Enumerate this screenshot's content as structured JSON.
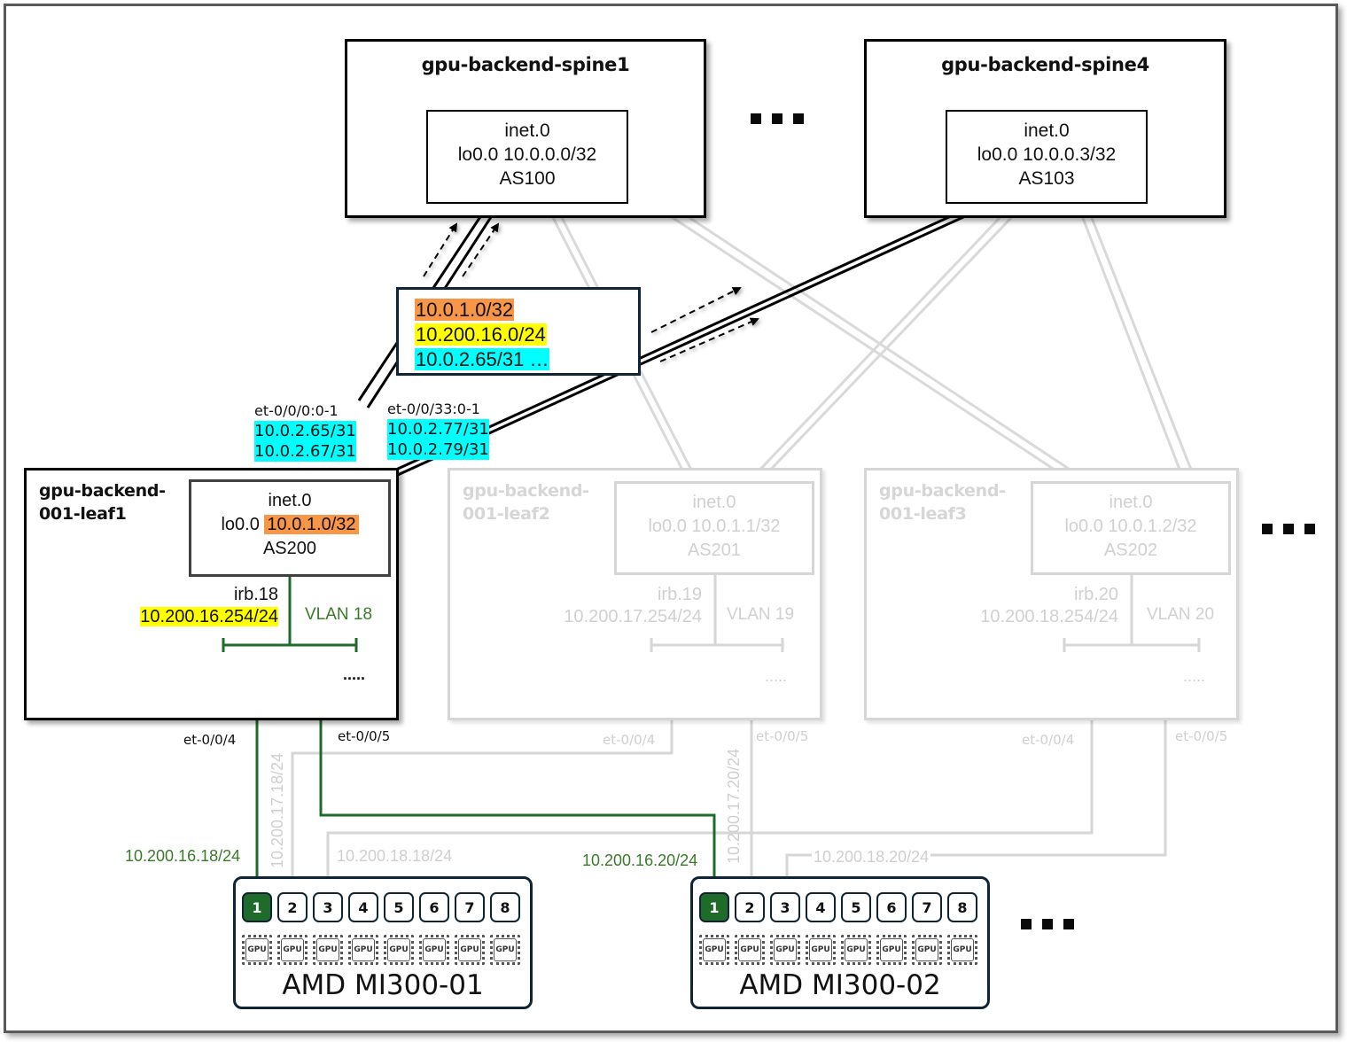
{
  "spines": [
    {
      "name": "gpu-backend-spine1",
      "table": "inet.0",
      "loopback": "lo0.0 10.0.0.0/32",
      "as": "AS100"
    },
    {
      "name": "gpu-backend-spine4",
      "table": "inet.0",
      "loopback": "lo0.0 10.0.0.3/32",
      "as": "AS103"
    }
  ],
  "leaves": [
    {
      "name_line1": "gpu-backend-",
      "name_line2": "001-leaf1",
      "table": "inet.0",
      "lo_prefix": "lo0.0",
      "lo_ip": "10.0.1.0/32",
      "as": "AS200",
      "irb": "irb.18",
      "irb_ip": "10.200.16.254/24",
      "vlan": "VLAN  18",
      "more": ".....",
      "active": true
    },
    {
      "name_line1": "gpu-backend-",
      "name_line2": "001-leaf2",
      "table": "inet.0",
      "lo_prefix": "lo0.0",
      "lo_ip": "10.0.1.1/32",
      "as": "AS201",
      "irb": "irb.19",
      "irb_ip": "10.200.17.254/24",
      "vlan": "VLAN  19",
      "more": ".....",
      "active": false
    },
    {
      "name_line1": "gpu-backend-",
      "name_line2": "001-leaf3",
      "table": "inet.0",
      "lo_prefix": "lo0.0",
      "lo_ip": "10.0.1.2/32",
      "as": "AS202",
      "irb": "irb.20",
      "irb_ip": "10.200.18.254/24",
      "vlan": "VLAN  20",
      "more": ".....",
      "active": false
    }
  ],
  "advertised_routes": [
    "10.0.1.0/32",
    "10.200.16.0/24",
    "10.0.2.65/31 …"
  ],
  "uplinks": [
    {
      "interface": "et-0/0/0:0-1",
      "ips": [
        "10.0.2.65/31",
        "10.0.2.67/31"
      ]
    },
    {
      "interface": "et-0/0/33:0-1",
      "ips": [
        "10.0.2.77/31",
        "10.0.2.79/31"
      ]
    }
  ],
  "port_labels": {
    "leaf1_a": "et-0/0/4",
    "leaf1_b": "et-0/0/5",
    "leaf2_a": "et-0/0/4",
    "leaf2_b": "et-0/0/5",
    "leaf3_a": "et-0/0/4",
    "leaf3_b": "et-0/0/5"
  },
  "host_ips": {
    "s1_nic1": "10.200.16.18/24",
    "s1_nic2": "10.200.17.18/24",
    "s1_nic3": "10.200.18.18/24",
    "s2_nic1": "10.200.16.20/24",
    "s2_nic2": "10.200.17.20/24",
    "s2_nic3": "10.200.18.20/24"
  },
  "servers": [
    {
      "name": "AMD MI300-01",
      "nics": [
        "1",
        "2",
        "3",
        "4",
        "5",
        "6",
        "7",
        "8"
      ],
      "active_nic": "1",
      "gpu_label": "GPU"
    },
    {
      "name": "AMD MI300-02",
      "nics": [
        "1",
        "2",
        "3",
        "4",
        "5",
        "6",
        "7",
        "8"
      ],
      "active_nic": "1",
      "gpu_label": "GPU"
    }
  ],
  "colors": {
    "active_link": "#1e6b2a",
    "vlan_text": "#3a7a2a",
    "inactive": "#d6d6d6",
    "loopback_highlight": "#f79646",
    "subnet_highlight": "#ffff00",
    "p2p_highlight": "#00ffff"
  }
}
